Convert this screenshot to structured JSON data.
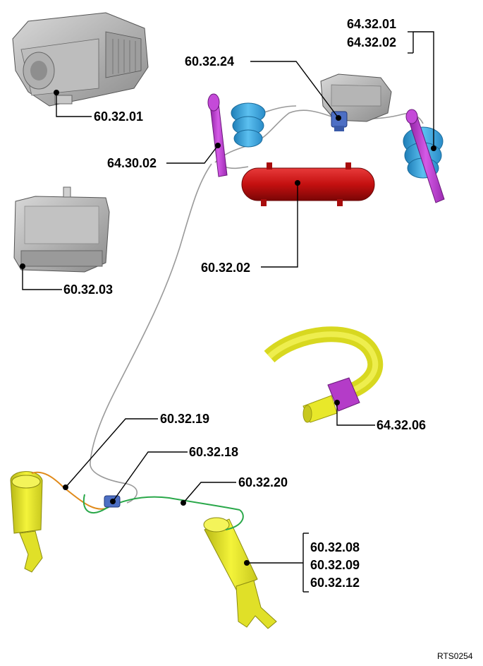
{
  "labels": {
    "compressor": "60.32.01",
    "ecu": "60.32.03",
    "reservoir": "60.32.02",
    "front_valve_block": "60.32.24",
    "rear_spring_a": "64.32.01",
    "rear_spring_b": "64.32.02",
    "rear_damper": "64.30.02",
    "pipe_19": "60.32.19",
    "valve_18": "60.32.18",
    "pipe_20": "60.32.20",
    "connector": "64.32.06",
    "front_strut_a": "60.32.08",
    "front_strut_b": "60.32.09",
    "front_strut_c": "60.32.12"
  },
  "reference": "RTS0254",
  "colors": {
    "reservoir": "#c41010",
    "strut_yellow": "#e8e82a",
    "damper_purple": "#b43cc8",
    "spring_blue": "#3aa6e0",
    "valve_blue": "#4d6fc4",
    "pipe_green": "#2aa84a",
    "pipe_orange": "#e08a1a",
    "component_grey": "#a8a8a8"
  }
}
